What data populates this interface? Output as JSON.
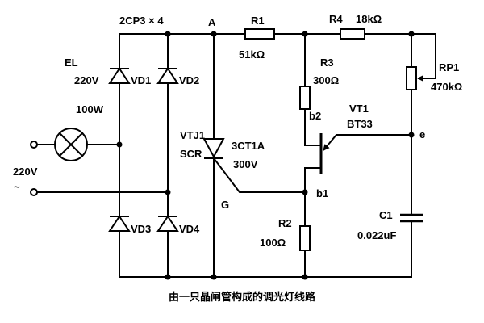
{
  "diagram": {
    "caption": "由一只晶闸管构成的调光灯线路",
    "bridge": {
      "label": "2CP3 × 4",
      "diodes": [
        "VD1",
        "VD2",
        "VD3",
        "VD4"
      ]
    },
    "lamp": {
      "label": "EL",
      "voltage": "220V",
      "power": "100W"
    },
    "input": {
      "voltage": "220V",
      "symbol": "~"
    },
    "node_a": "A",
    "thyristor": {
      "name": "VTJ1",
      "type": "SCR",
      "model": "3CT1A",
      "rating": "300V",
      "gate": "G"
    },
    "r1": {
      "name": "R1",
      "value": "51kΩ"
    },
    "r2": {
      "name": "R2",
      "value": "100Ω"
    },
    "r3": {
      "name": "R3",
      "value": "300Ω"
    },
    "r4": {
      "name": "R4",
      "value": "18kΩ"
    },
    "rp1": {
      "name": "RP1",
      "value": "470kΩ"
    },
    "ujt": {
      "name": "VT1",
      "model": "BT33",
      "b1": "b1",
      "b2": "b2",
      "e": "e"
    },
    "c1": {
      "name": "C1",
      "value": "0.022uF"
    }
  }
}
